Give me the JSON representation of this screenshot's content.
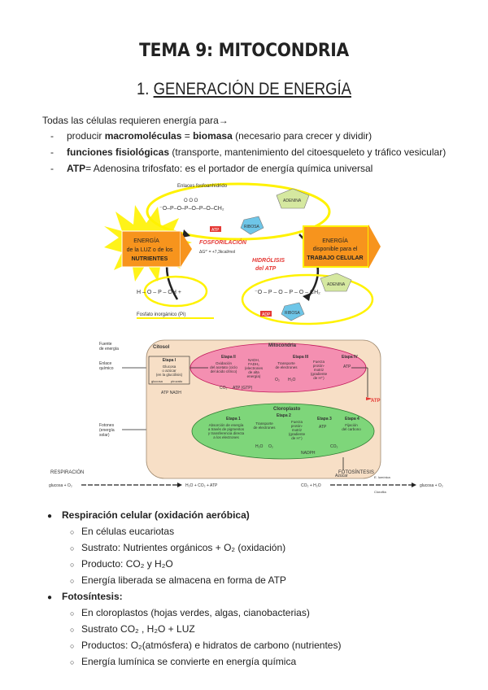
{
  "title": "TEMA 9: MITOCONDRIA",
  "subtitle": {
    "num": "1.",
    "text": "GENERACIÓN DE ENERGÍA"
  },
  "intro": "Todas las células requieren energía para→",
  "needs": [
    {
      "pre": "producir ",
      "bold": "macromoléculas",
      "mid": " = ",
      "bold2": "biomasa",
      "post": " (necesario para crecer y dividir)"
    },
    {
      "pre": "",
      "bold": "funciones fisiológicas",
      "mid": "",
      "bold2": "",
      "post": " (transporte, mantenimiento del citoesqueleto y tráfico vesicular)"
    },
    {
      "pre": "",
      "bold": "ATP",
      "mid": "",
      "bold2": "",
      "post": "= Adenosina trifosfato: es el portador de energía química universal"
    }
  ],
  "fig1": {
    "enlaces": "Enlaces fosfoanhídrido",
    "adenina": "ADENINA",
    "ribosa": "RIBOSA",
    "atp": "ATP",
    "adp": "ADP",
    "energy_left_1": "ENERGÍA",
    "energy_left_2": "de la LUZ o de los",
    "energy_left_3": "NUTRIENTES",
    "fosforilacion": "FOSFORILACIÓN",
    "delta_g": "ΔG°' = +7,3kcal/mol",
    "hidrolisis_1": "HIDRÓLISIS",
    "hidrolisis_2": "del ATP",
    "energy_right_1": "ENERGÍA",
    "energy_right_2": "disponible para el",
    "energy_right_3": "TRABAJO CELULAR",
    "fosfato": "Fosfato inorgánico (Pi)"
  },
  "fig2": {
    "fuente_energia": [
      "Fuente",
      "de energía"
    ],
    "enlace_quimico": [
      "Enlace",
      "químico"
    ],
    "fotones": [
      "Fotones",
      "(energía",
      "solar)"
    ],
    "citosol": "Citosol",
    "mitocondria": "Mitocondria",
    "etapa1": "Etapa I",
    "etapa1_text": [
      "Glucosa",
      "o azúcar",
      "(en la glucólisis)"
    ],
    "glucosa": "glucosa",
    "piruvato": "piruvato",
    "atp_nadh": "ATP   NADH",
    "etapa2": "Etapa II",
    "etapa2_text": [
      "Oxidación",
      "del acetato (ciclo",
      "del ácido cítrico)"
    ],
    "nadh": [
      "NADH,",
      "FADH₂",
      "(electrones",
      "de alta",
      "energía)"
    ],
    "etapa3": "Etapa III",
    "etapa3_text": [
      "Transporte",
      "de electrones"
    ],
    "fuerza": [
      "Fuerza",
      "protón-",
      "motriz",
      "(gradiente",
      "de H⁺)"
    ],
    "etapa4": "Etapa IV",
    "atp": "ATP",
    "co2": "CO₂",
    "atp_gtp": "ATP (GTP)",
    "o2": "O₂",
    "h2o": "H₂O",
    "cloroplasto": "Cloroplasto",
    "c_etapa1": "Etapa 1",
    "c_etapa1_text": [
      "Absorción de energía",
      "a través de pigmentos",
      "y transferencia directa",
      "a los electrones"
    ],
    "c_etapa2": "Etapa 2",
    "c_transporte": [
      "Transporte",
      "de electrones"
    ],
    "c_fuerza": [
      "Fuerza",
      "protón-",
      "motriz",
      "(gradiente",
      "de H⁺)"
    ],
    "c_etapa3": "Etapa 3",
    "c_etapa4": "Etapa 4",
    "c_fijacion": [
      "Fijación",
      "del carbono"
    ],
    "nadph": "NADPH",
    "azucar": "Azúcar",
    "respiracion": "RESPIRACIÓN",
    "fotosintesis": "FOTOSÍNTESIS",
    "resp_eq_left": "glucosa + O₂",
    "resp_eq_right": "H₂O + CO₂ + ATP",
    "foto_eq_left": "CO₂ + H₂O",
    "foto_eq_top": "E. lumínica",
    "foto_eq_bottom": "Clorofila",
    "foto_eq_right": "glucosa + O₂"
  },
  "respiracion": {
    "head": "Respiración celular (oxidación aeróbica)",
    "items": [
      "En células eucariotas",
      "Sustrato: Nutrientes orgánicos + O₂ (oxidación)",
      "Producto: CO₂ y H₂O",
      "Energía liberada se almacena en forma de ATP"
    ]
  },
  "fotosintesis": {
    "head": "Fotosíntesis:",
    "items": [
      "En cloroplastos (hojas verdes, algas, cianobacterias)",
      "Sustrato CO₂ , H₂O + LUZ",
      "Productos: O₂(atmósfera) e hidratos de carbono (nutrientes)",
      "Energía lumínica se convierte en energía química"
    ]
  },
  "colors": {
    "yellow": "#fff200",
    "orange": "#f7941d",
    "pink": "#f06292",
    "green": "#76d672",
    "tan": "#f7dfc6"
  }
}
